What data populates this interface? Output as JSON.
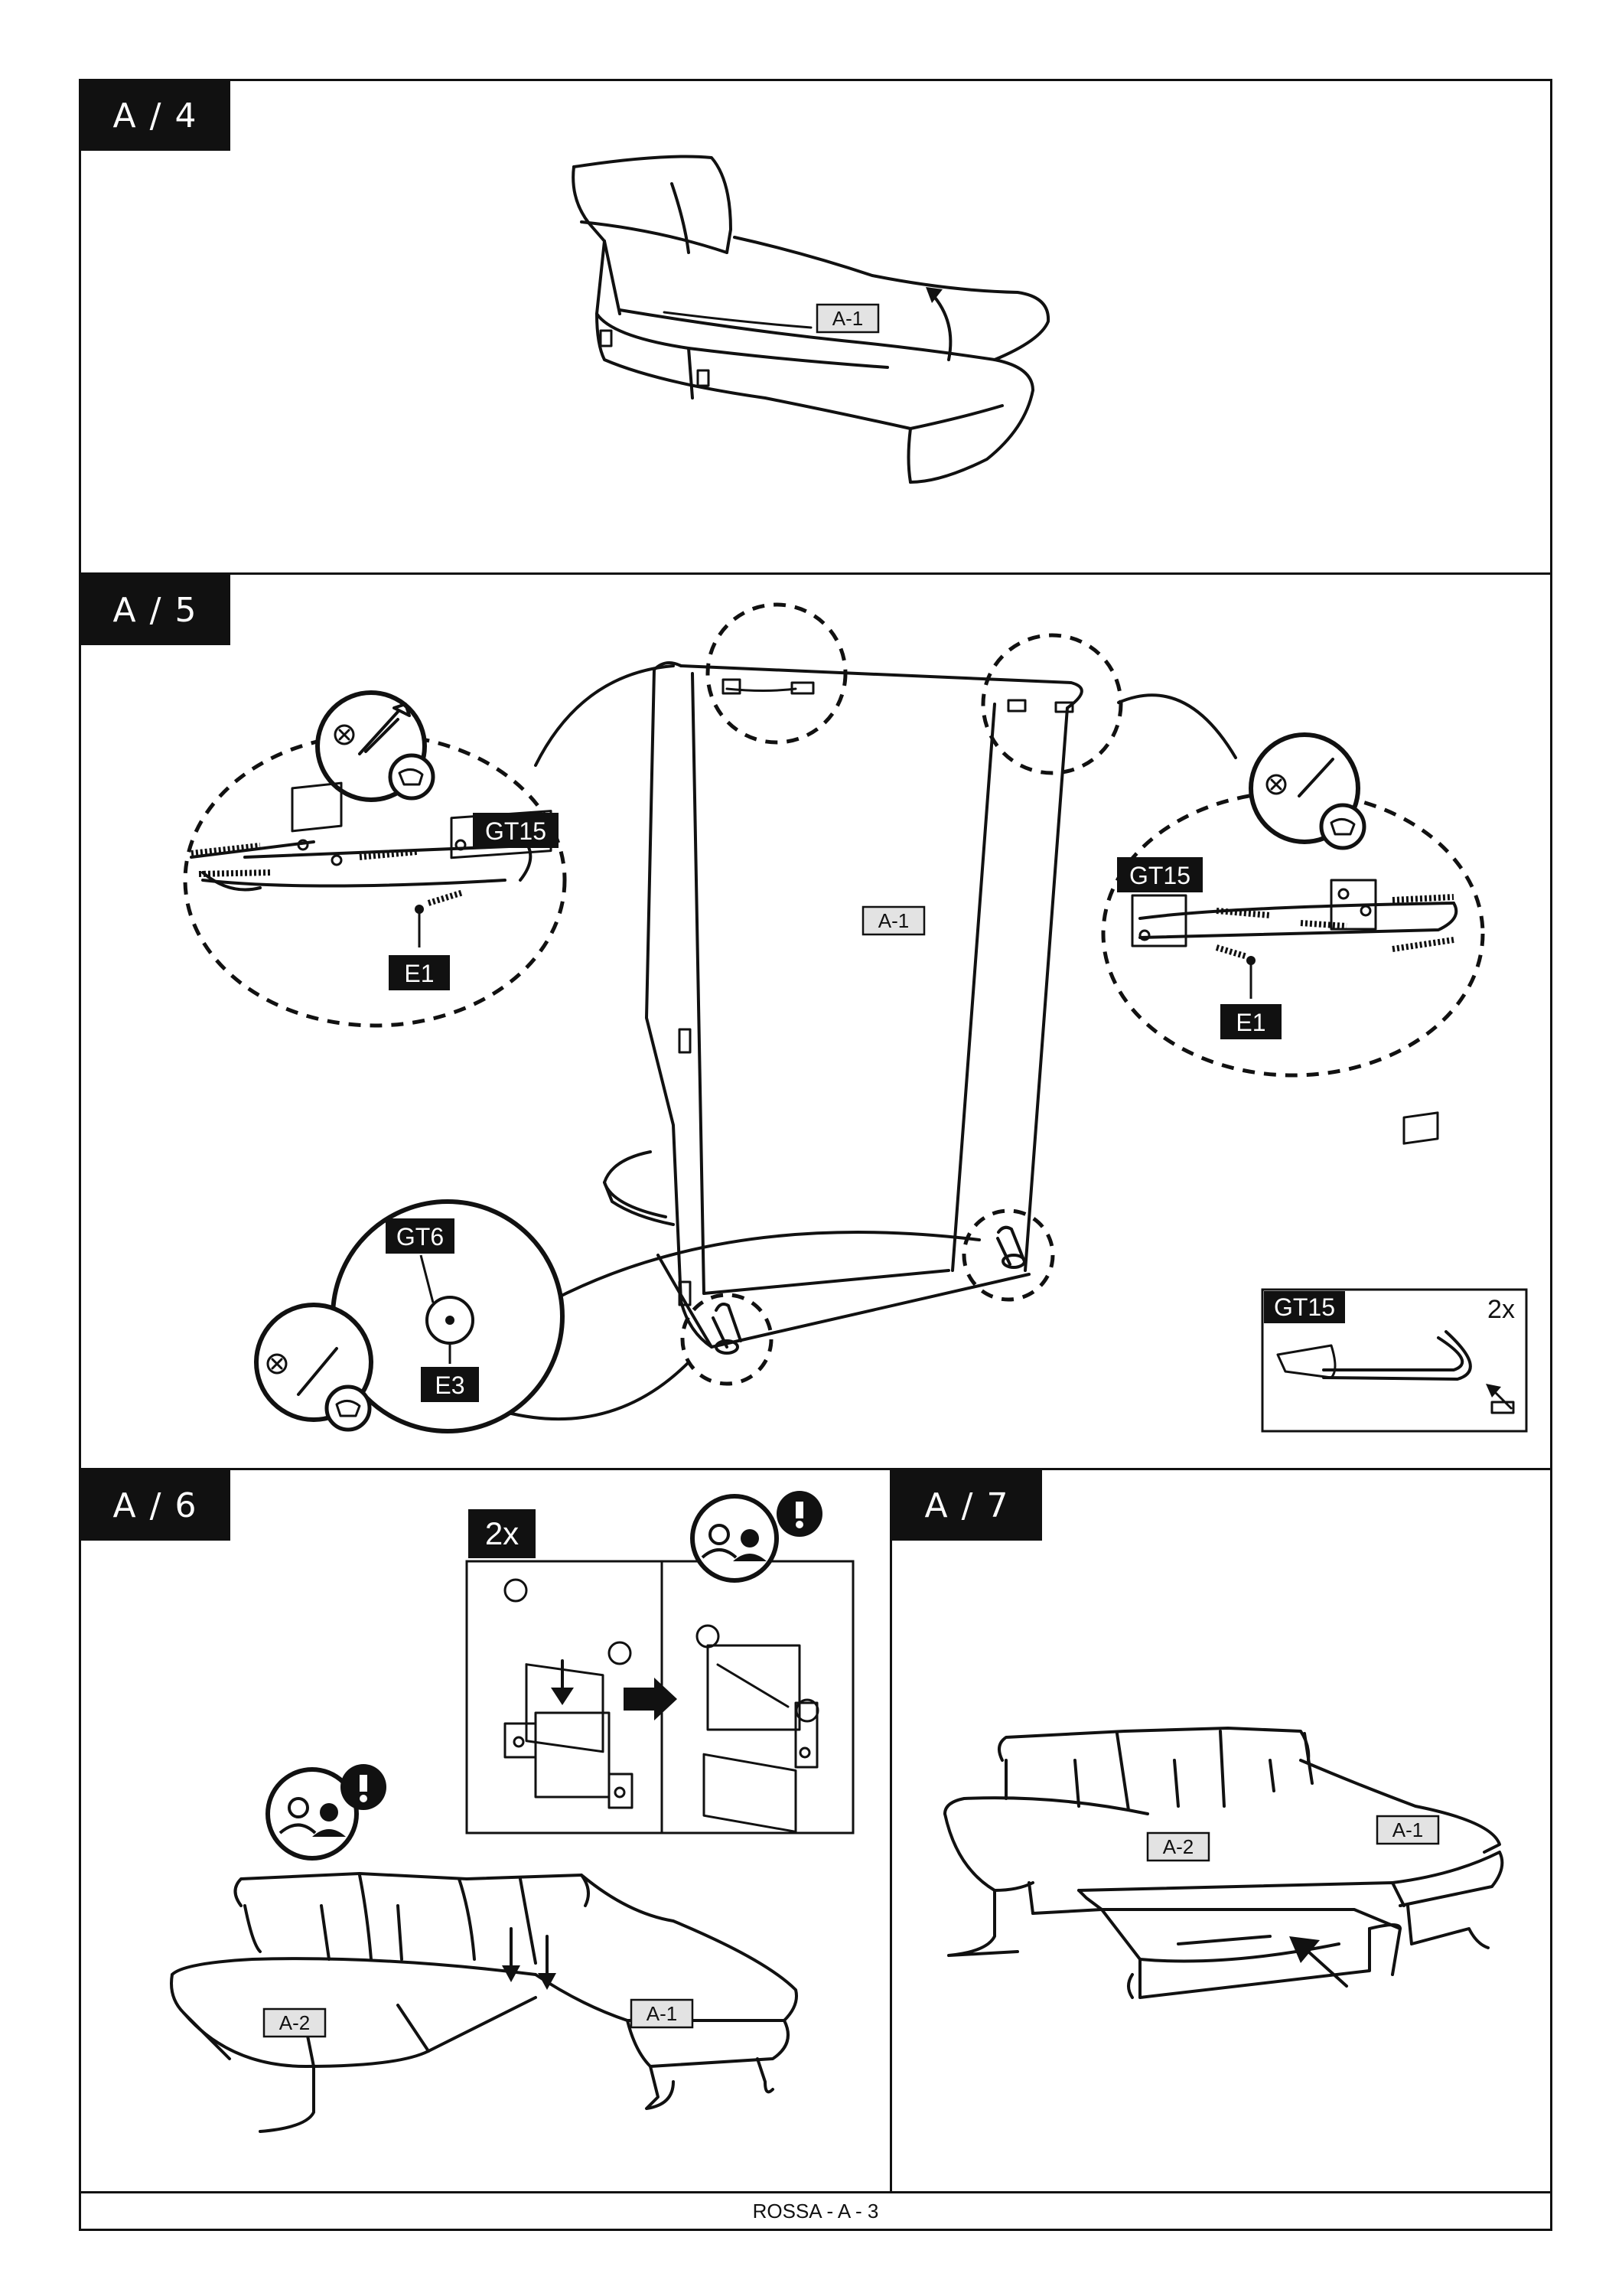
{
  "steps": {
    "a4": {
      "label": "A / 4",
      "part": "A-1"
    },
    "a5": {
      "label": "A / 5",
      "part": "A-1",
      "hw_gt15": "GT15",
      "hw_e1": "E1",
      "hw_gt6": "GT6",
      "hw_e3": "E3",
      "inset": {
        "label": "GT15",
        "qty": "2x"
      }
    },
    "a6": {
      "label": "A / 6",
      "qty": "2x",
      "part_left": "A-2",
      "part_right": "A-1"
    },
    "a7": {
      "label": "A / 7",
      "part_left": "A-2",
      "part_right": "A-1"
    }
  },
  "footer": {
    "text": "ROSSA - A - 3"
  },
  "icons": [
    "screwdriver-icon",
    "wrench-icon",
    "two-people-icon",
    "warning-icon",
    "arrow-icon"
  ]
}
